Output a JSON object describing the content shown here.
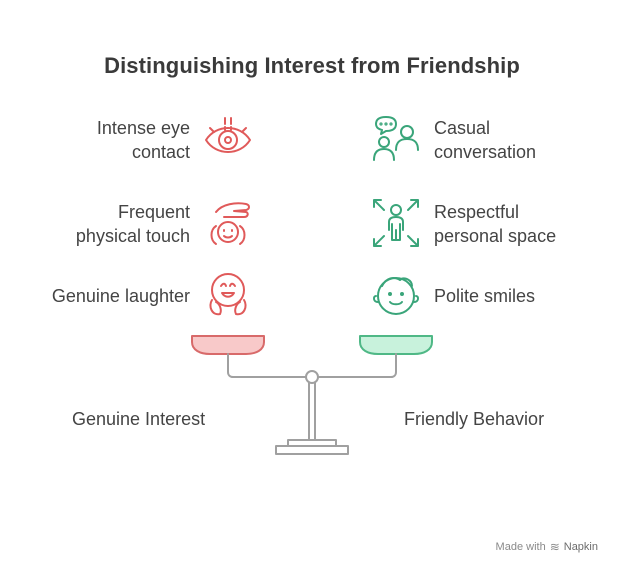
{
  "title": "Distinguishing Interest from Friendship",
  "left_side": {
    "heading": "Genuine Interest",
    "color": "#e05a5a",
    "items": [
      {
        "label_line1": "Intense eye",
        "label_line2": "contact",
        "icon": "eye-icon"
      },
      {
        "label_line1": "Frequent",
        "label_line2": "physical touch",
        "icon": "touch-icon"
      },
      {
        "label_line1": "Genuine laughter",
        "label_line2": "",
        "icon": "laughing-face-icon"
      }
    ]
  },
  "right_side": {
    "heading": "Friendly Behavior",
    "color": "#3aa57a",
    "items": [
      {
        "label_line1": "Casual",
        "label_line2": "conversation",
        "icon": "conversation-icon"
      },
      {
        "label_line1": "Respectful",
        "label_line2": "personal space",
        "icon": "personal-space-icon"
      },
      {
        "label_line1": "Polite smiles",
        "label_line2": "",
        "icon": "smiling-face-icon"
      }
    ]
  },
  "colors": {
    "left_pan_fill": "#f8c9c9",
    "left_pan_stroke": "#d86a6a",
    "right_pan_fill": "#c8f2dc",
    "right_pan_stroke": "#4fb886",
    "scale_stroke": "#a0a0a0"
  },
  "footer": {
    "made_with": "Made with",
    "brand": "Napkin"
  }
}
